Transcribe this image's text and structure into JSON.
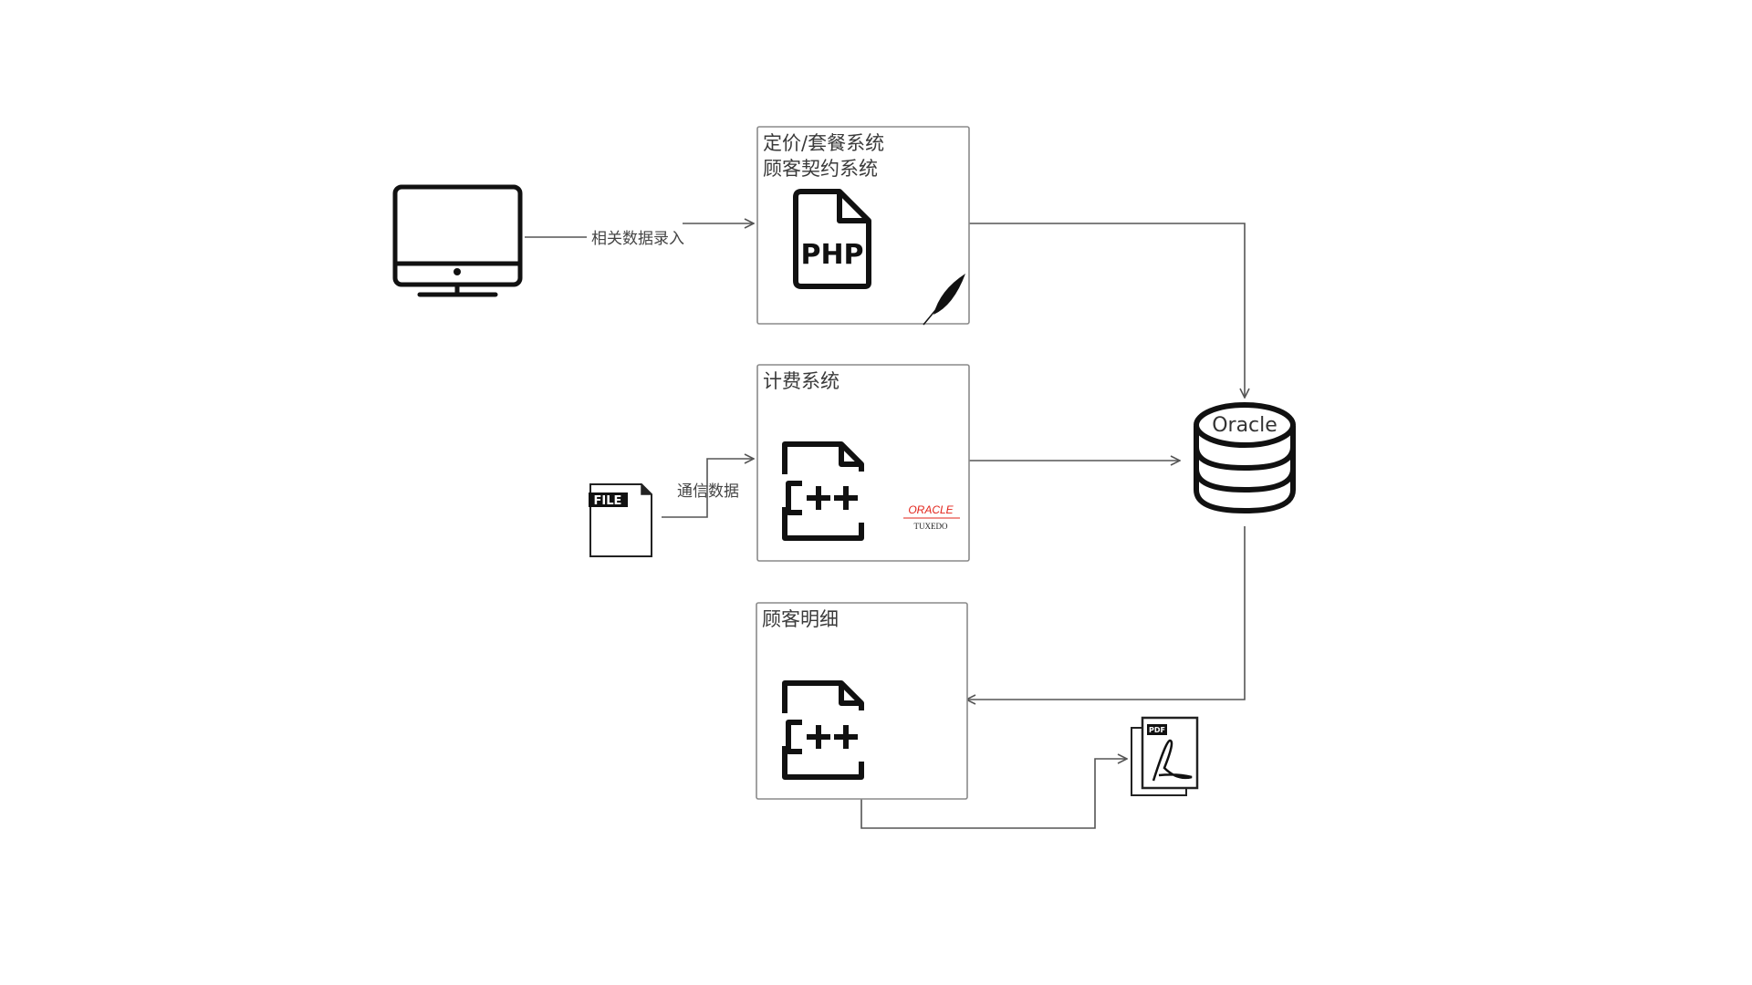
{
  "nodes": {
    "pricing": {
      "title_line1": "定价/套餐系统",
      "title_line2": "顾客契约系统",
      "icon": "php-file-icon",
      "icon_text": "PHP",
      "badge": "feather-icon"
    },
    "billing": {
      "title_line1": "计费系统",
      "icon": "cpp-file-icon",
      "icon_text": "C++",
      "badge": "oracle-tuxedo-logo",
      "badge_text1": "ORACLE",
      "badge_text2": "TUXEDO"
    },
    "detail": {
      "title_line1": "顾客明细",
      "icon": "cpp-file-icon",
      "icon_text": "C++"
    },
    "monitor": {
      "icon": "monitor-icon"
    },
    "file": {
      "icon": "file-icon",
      "icon_text": "FILE"
    },
    "database": {
      "label": "Oracle",
      "icon": "database-icon"
    },
    "pdf": {
      "icon": "pdf-file-icon",
      "icon_text": "PDF"
    }
  },
  "edges": {
    "monitor_to_pricing": {
      "label": "相关数据录入"
    },
    "file_to_billing": {
      "label": "通信数据"
    }
  },
  "colors": {
    "line": "#555555",
    "box_border": "#8a8a8a",
    "oracle_red": "#e2231a"
  }
}
